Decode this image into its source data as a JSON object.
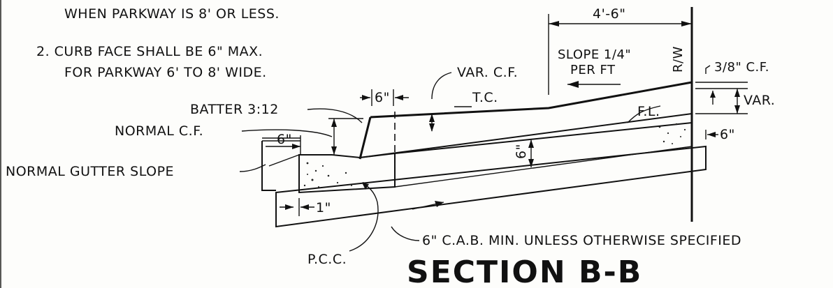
{
  "notes": {
    "line1": "WHEN PARKWAY IS 8' OR LESS.",
    "line2": "2. CURB FACE SHALL BE 6\" MAX.",
    "line3": "FOR PARKWAY 6' TO 8' WIDE."
  },
  "labels": {
    "dim_4_6": "4'-6\"",
    "slope_1": "SLOPE 1/4\"",
    "slope_2": "PER FT",
    "rw": "R/W",
    "cf_38": "3/8\" C.F.",
    "var": "VAR.",
    "var_cf": "VAR. C.F.",
    "tc": "T.C.",
    "fl": "F.L.",
    "batter": "BATTER 3:12",
    "six_top": "6\"",
    "six_left": "6\"",
    "six_right": "6\"",
    "six_vert": "6\"",
    "normal_cf": "NORMAL C.F.",
    "normal_gutter": "NORMAL GUTTER SLOPE",
    "one_inch": "1\"",
    "pcc": "P.C.C.",
    "cab": "6\" C.A.B. MIN. UNLESS OTHERWISE SPECIFIED"
  },
  "title": "SECTION B-B"
}
